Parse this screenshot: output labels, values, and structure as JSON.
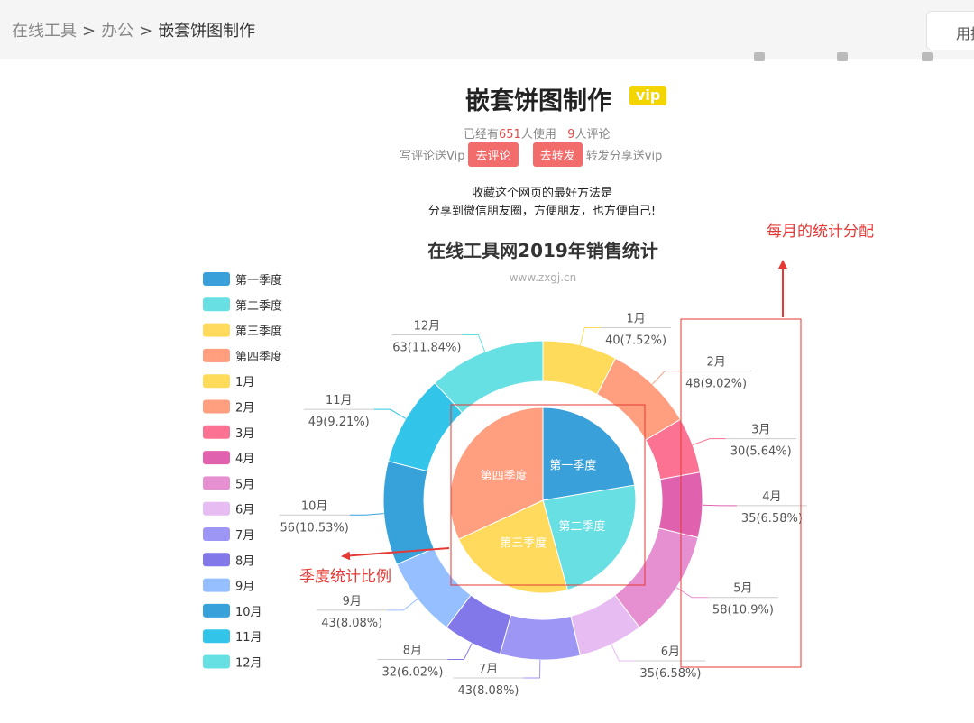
{
  "breadcrumb": [
    "在线工具",
    "办公",
    "嵌套饼图制作"
  ],
  "search": {
    "label": "用搜"
  },
  "page": {
    "title": "嵌套饼图制作",
    "vip_badge": "vip",
    "stats": {
      "prefix": "已经有",
      "users": "651",
      "users_suffix": "人使用",
      "comments": "9",
      "comments_suffix": "人评论"
    },
    "actions": {
      "left_text": "写评论送Vip",
      "comment_btn": "去评论",
      "share_btn": "去转发",
      "right_text": "转发分享送vip"
    },
    "tips": [
      "收藏这个网页的最好方法是",
      "分享到微信朋友圈，方便朋友，也方便自己!"
    ]
  },
  "annotations": {
    "monthly": "每月的统计分配",
    "quarterly": "季度统计比例"
  },
  "colors": {
    "red_annotation": "#e53935",
    "accent_button": "#f36c6c",
    "vip_badge": "#f3d500"
  },
  "chart_data": {
    "type": "pie",
    "title": "在线工具网2019年销售统计",
    "subtitle": "www.zxgj.cn",
    "legend_position": "left",
    "inner": {
      "series": [
        {
          "name": "第一季度",
          "value": 118,
          "color": "#3aa0da"
        },
        {
          "name": "第二季度",
          "value": 123,
          "color": "#67dfe3"
        },
        {
          "name": "第三季度",
          "value": 118,
          "color": "#ffda5c"
        },
        {
          "name": "第四季度",
          "value": 168,
          "color": "#ff9f7f"
        }
      ]
    },
    "outer": {
      "series": [
        {
          "name": "1月",
          "value": 40,
          "percent": "7.52%",
          "color": "#ffdb5c"
        },
        {
          "name": "2月",
          "value": 48,
          "percent": "9.02%",
          "color": "#ff9f7f"
        },
        {
          "name": "3月",
          "value": 30,
          "percent": "5.64%",
          "color": "#fb7293"
        },
        {
          "name": "4月",
          "value": 35,
          "percent": "6.58%",
          "color": "#e062ae"
        },
        {
          "name": "5月",
          "value": 58,
          "percent": "10.9%",
          "color": "#e690d1"
        },
        {
          "name": "6月",
          "value": 35,
          "percent": "6.58%",
          "color": "#e7bcf3"
        },
        {
          "name": "7月",
          "value": 43,
          "percent": "8.08%",
          "color": "#9d96f5"
        },
        {
          "name": "8月",
          "value": 32,
          "percent": "6.02%",
          "color": "#8378ea"
        },
        {
          "name": "9月",
          "value": 43,
          "percent": "8.08%",
          "color": "#96bfff"
        },
        {
          "name": "10月",
          "value": 56,
          "percent": "10.53%",
          "color": "#37a2da"
        },
        {
          "name": "11月",
          "value": 49,
          "percent": "9.21%",
          "color": "#32c5e9"
        },
        {
          "name": "12月",
          "value": 63,
          "percent": "11.84%",
          "color": "#67e0e3"
        }
      ]
    },
    "legend": [
      "第一季度",
      "第二季度",
      "第三季度",
      "第四季度",
      "1月",
      "2月",
      "3月",
      "4月",
      "5月",
      "6月",
      "7月",
      "8月",
      "9月",
      "10月",
      "11月",
      "12月"
    ]
  }
}
